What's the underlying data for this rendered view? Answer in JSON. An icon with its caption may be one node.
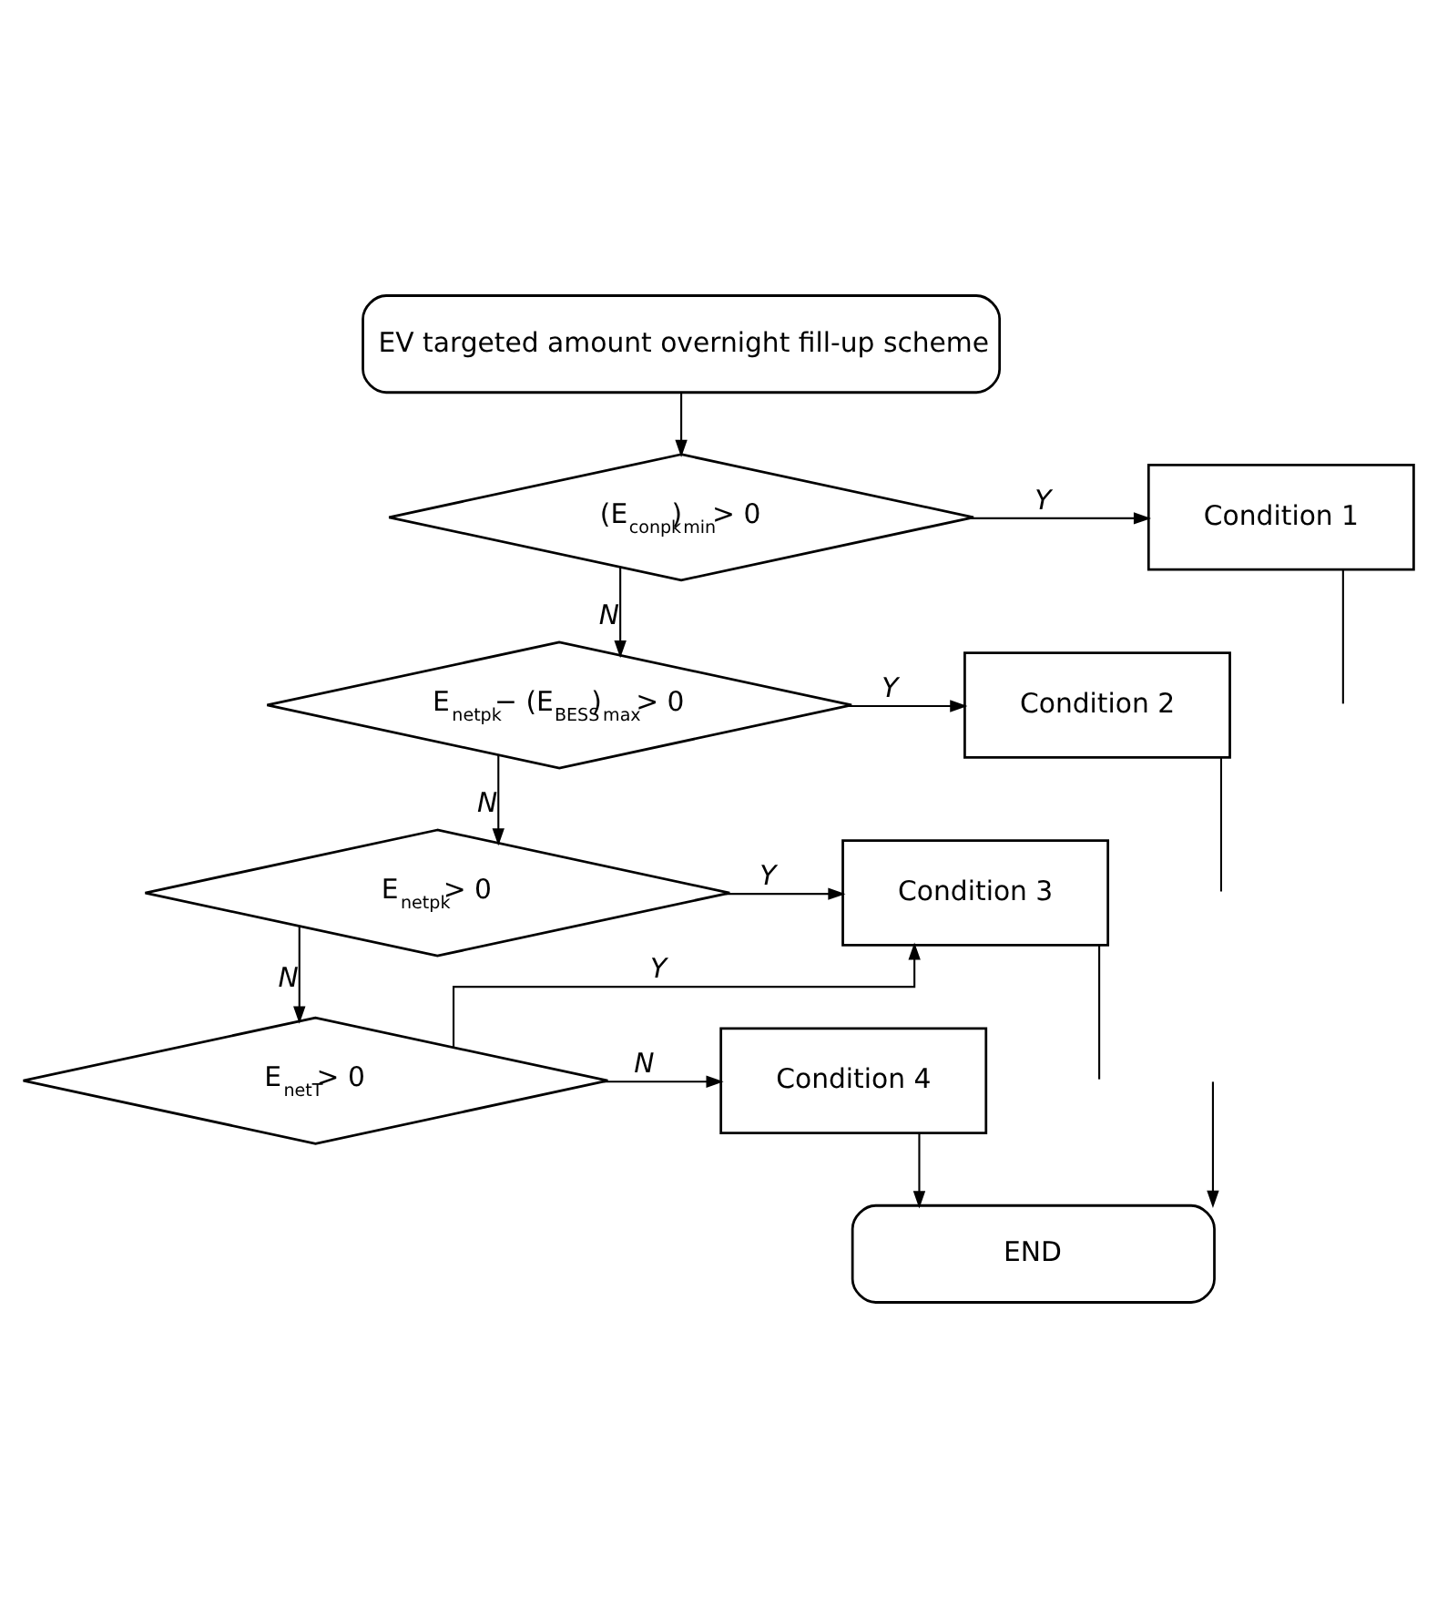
{
  "diagram": {
    "nodes": [
      {
        "text": [
          "EV targeted amount overnight fill-up scheme"
        ]
      },
      {
        "text": [
          "(E$_{conpk}$)$_{min}$> 0"
        ]
      },
      {
        "text": [
          "Condition 1"
        ]
      },
      {
        "text": [
          "E$_{netpk}$− (E$_{BESS}$)$_{max}$> 0"
        ]
      },
      {
        "text": [
          "Condition 2"
        ]
      },
      {
        "text": [
          "E$_{netpk}$> 0"
        ]
      },
      {
        "text": [
          "Condition 3"
        ]
      },
      {
        "text": [
          "E$_{netT}$> 0"
        ]
      },
      {
        "text": [
          "Condition 4"
        ]
      },
      {
        "text": [
          "END"
        ]
      }
    ],
    "edges": [
      {
        "from": 0,
        "to": 1,
        "arrow": "to"
      },
      {
        "from": 1,
        "to": 2,
        "arrow": "to",
        "label": "Y"
      },
      {
        "from": 1,
        "to": 3,
        "arrow": "to",
        "label": "N"
      },
      {
        "from": 3,
        "to": 4,
        "arrow": "to",
        "label": "Y"
      },
      {
        "from": 3,
        "to": 5,
        "arrow": "to",
        "label": "N"
      },
      {
        "from": 5,
        "to": 6,
        "arrow": "to",
        "label": "Y"
      },
      {
        "from": 5,
        "to": 7,
        "arrow": "to",
        "label": "N"
      },
      {
        "from": 7,
        "to": 6,
        "arrow": "to",
        "label": "Y"
      },
      {
        "from": 7,
        "to": 8,
        "arrow": "to",
        "label": "N"
      },
      {
        "from": 8,
        "to": 9,
        "arrow": "to"
      },
      {
        "from": 2,
        "to": null,
        "arrow": "none"
      },
      {
        "from": 4,
        "to": null,
        "arrow": "none"
      },
      {
        "from": 6,
        "to": null,
        "arrow": "none"
      },
      {
        "from": null,
        "to": 9,
        "arrow": "to"
      }
    ]
  }
}
